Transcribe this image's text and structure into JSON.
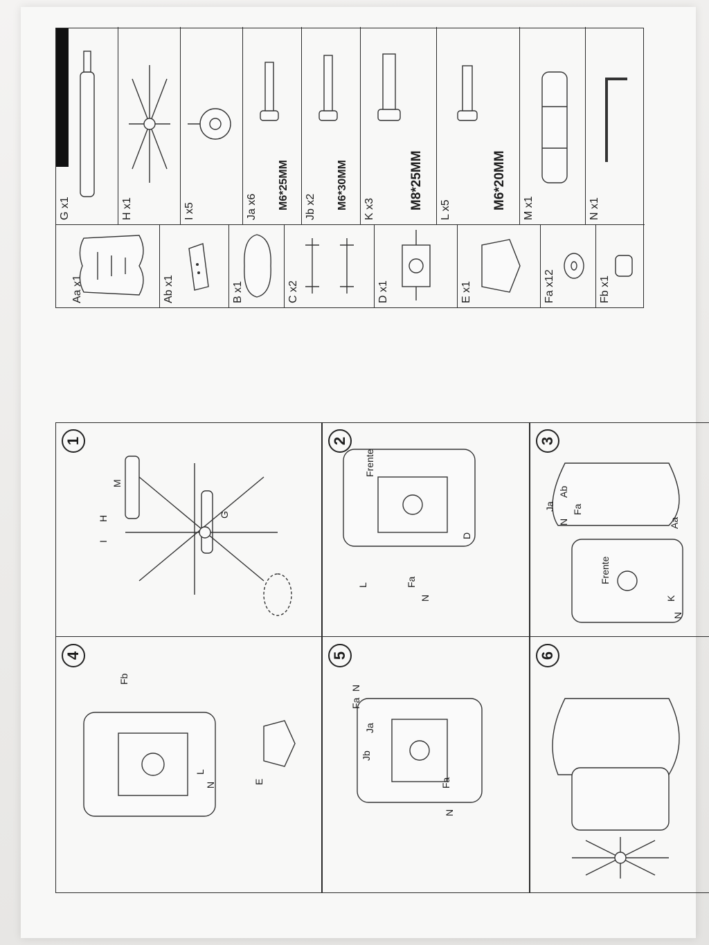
{
  "parts": [
    {
      "label": "Aa x1",
      "icon": "seat-back-icon"
    },
    {
      "label": "Ab x1",
      "icon": "bracket-icon"
    },
    {
      "label": "B x1",
      "icon": "seat-cushion-icon"
    },
    {
      "label": "C x2",
      "icon": "armrest-icon"
    },
    {
      "label": "D x1",
      "icon": "mechanism-icon"
    },
    {
      "label": "E x1",
      "icon": "cover-icon"
    },
    {
      "label": "Fa x12",
      "icon": "washer-icon"
    },
    {
      "label": "Fb x1",
      "icon": "cap-icon"
    },
    {
      "label": "G x1",
      "icon": "gas-lift-icon"
    },
    {
      "label": "H x1",
      "icon": "base-icon"
    },
    {
      "label": "I x5",
      "icon": "caster-icon"
    },
    {
      "label": "Ja x6",
      "spec": "M6*25MM",
      "icon": "bolt-icon"
    },
    {
      "label": "Jb x2",
      "spec": "M6*30MM",
      "icon": "bolt-icon"
    },
    {
      "label": "K x3",
      "spec": "M8*25MM",
      "icon": "bolt-icon"
    },
    {
      "label": "L x5",
      "spec": "M6*20MM",
      "icon": "bolt-icon"
    },
    {
      "label": "M x1",
      "icon": "cylinder-cover-icon"
    },
    {
      "label": "N x1",
      "icon": "hex-key-icon"
    }
  ],
  "steps": [
    {
      "number": "1",
      "labels": [
        "M",
        "H",
        "I",
        "G"
      ]
    },
    {
      "number": "2",
      "labels": [
        "L",
        "Fa",
        "N",
        "D"
      ],
      "front": "Frente"
    },
    {
      "number": "3",
      "labels": [
        "Ab",
        "Ja",
        "Fa",
        "N",
        "Aa",
        "K",
        "N"
      ],
      "front": "Frente"
    },
    {
      "number": "4",
      "labels": [
        "Fb",
        "L",
        "N",
        "E"
      ]
    },
    {
      "number": "5",
      "labels": [
        "N",
        "Fa",
        "Ja",
        "Jb",
        "Fa",
        "N"
      ]
    },
    {
      "number": "6",
      "labels": []
    }
  ]
}
